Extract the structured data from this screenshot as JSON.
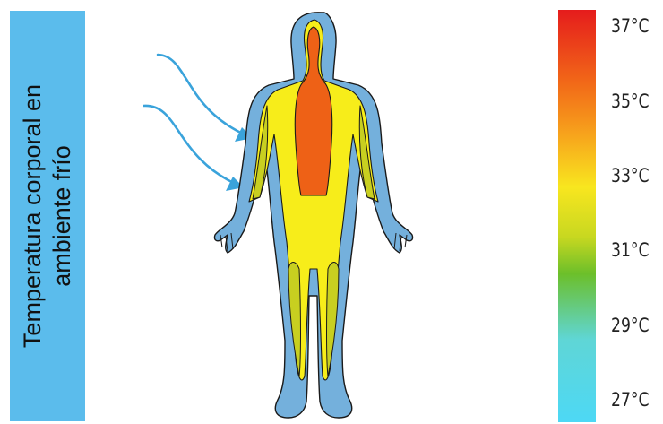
{
  "title": {
    "line1": "Temperatura corporal en",
    "line2": "ambiente frío"
  },
  "colors": {
    "banner": "#5bbcec",
    "arrow": "#3aa3db",
    "outer_layer": "#74b0dc",
    "middle_layer": "#f7ed1a",
    "green_layer": "#c8cf20",
    "core": "#ee6116"
  },
  "scale": {
    "labels": [
      "37°C",
      "35°C",
      "33°C",
      "31°C",
      "29°C",
      "27°C"
    ],
    "gradient": [
      "#e51c1c",
      "#f26a18",
      "#f7a21c",
      "#f8e61f",
      "#c8d820",
      "#6cbf2a",
      "#5fd6d6",
      "#4dd8f5"
    ]
  },
  "icons": [
    "cold-air-arrow-icon",
    "human-body-thermal-icon"
  ]
}
